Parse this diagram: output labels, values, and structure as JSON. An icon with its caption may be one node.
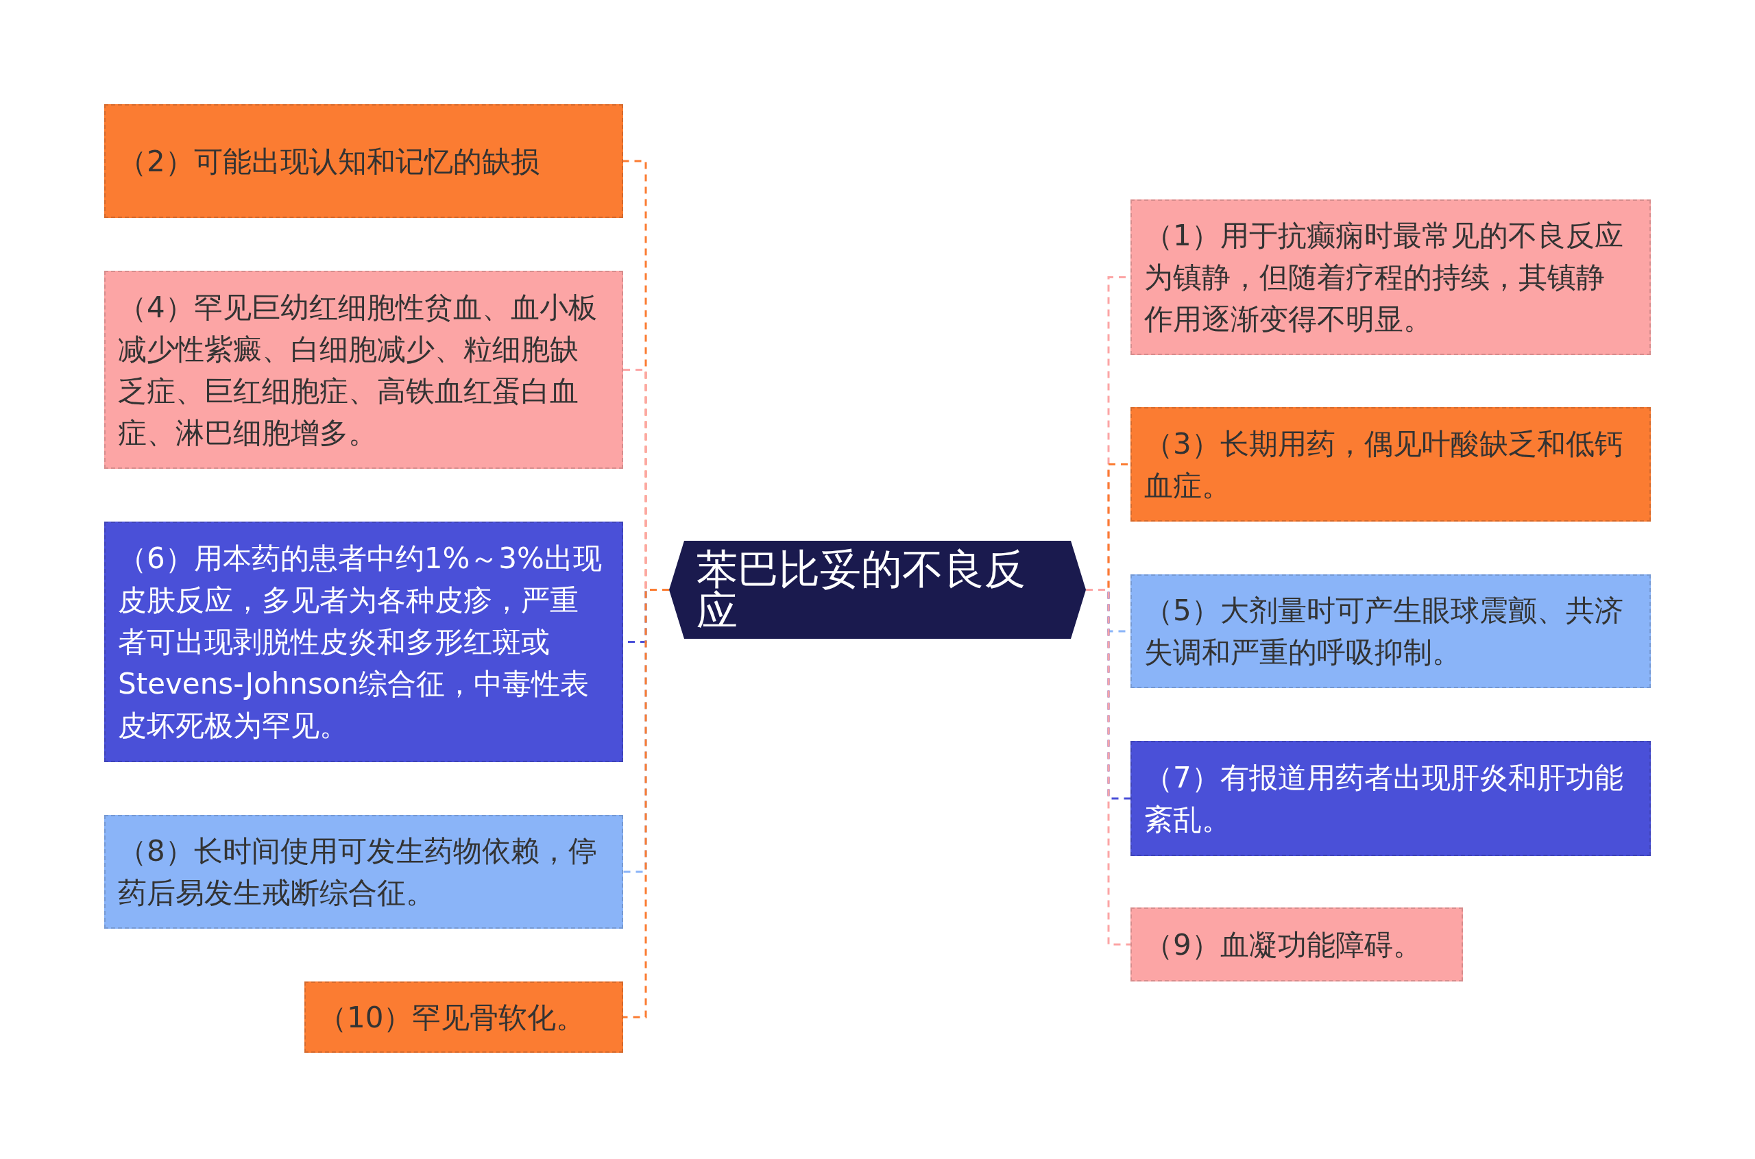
{
  "diagram": {
    "nodes": [
      {
        "text": [
          "苯巴比妥的不良反应"
        ]
      },
      {
        "text": [
          "（2）可能出现认知和记忆的缺损"
        ]
      },
      {
        "text": [
          "（4）罕见巨幼红细胞性贫血、血小板减少性紫癜、白细胞减少、粒细胞缺乏症、巨红细胞症、高铁血红蛋白血症、淋巴细胞增多。"
        ]
      },
      {
        "text": [
          "（6）用本药的患者中约1%～3%出现皮肤反应，多见者为各种皮疹，严重者可出现剥脱性皮炎和多形红斑或Stevens-Johnson综合征，中毒性表皮坏死极为罕见。"
        ]
      },
      {
        "text": [
          "（8）长时间使用可发生药物依赖，停药后易发生戒断综合征。"
        ]
      },
      {
        "text": [
          "（10）罕见骨软化。"
        ]
      },
      {
        "text": [
          "（1）用于抗癫痫时最常见的不良反应为镇静，但随着疗程的持续，其镇静作用逐渐变得不明显。"
        ]
      },
      {
        "text": [
          "（3）长期用药，偶见叶酸缺乏和低钙血症。"
        ]
      },
      {
        "text": [
          "（5）大剂量时可产生眼球震颤、共济失调和严重的呼吸抑制。"
        ]
      },
      {
        "text": [
          "（7）有报道用药者出现肝炎和肝功能紊乱。"
        ]
      },
      {
        "text": [
          "（9）血凝功能障碍。"
        ]
      }
    ],
    "edges": [
      {
        "from": 0,
        "to": 1,
        "arrow": "none",
        "style": "dashed",
        "color": "#fb7c32"
      },
      {
        "from": 0,
        "to": 2,
        "arrow": "none",
        "style": "dashed",
        "color": "#fca5a5"
      },
      {
        "from": 0,
        "to": 3,
        "arrow": "none",
        "style": "dashed",
        "color": "#4a50d8"
      },
      {
        "from": 0,
        "to": 4,
        "arrow": "none",
        "style": "dashed",
        "color": "#8ab4f8"
      },
      {
        "from": 0,
        "to": 5,
        "arrow": "none",
        "style": "dashed",
        "color": "#fb7c32"
      },
      {
        "from": 0,
        "to": 6,
        "arrow": "none",
        "style": "dashed",
        "color": "#fca5a5"
      },
      {
        "from": 0,
        "to": 7,
        "arrow": "none",
        "style": "dashed",
        "color": "#fb7c32"
      },
      {
        "from": 0,
        "to": 8,
        "arrow": "none",
        "style": "dashed",
        "color": "#8ab4f8"
      },
      {
        "from": 0,
        "to": 9,
        "arrow": "none",
        "style": "dashed",
        "color": "#4a50d8"
      },
      {
        "from": 0,
        "to": 10,
        "arrow": "none",
        "style": "dashed",
        "color": "#fca5a5"
      }
    ]
  }
}
